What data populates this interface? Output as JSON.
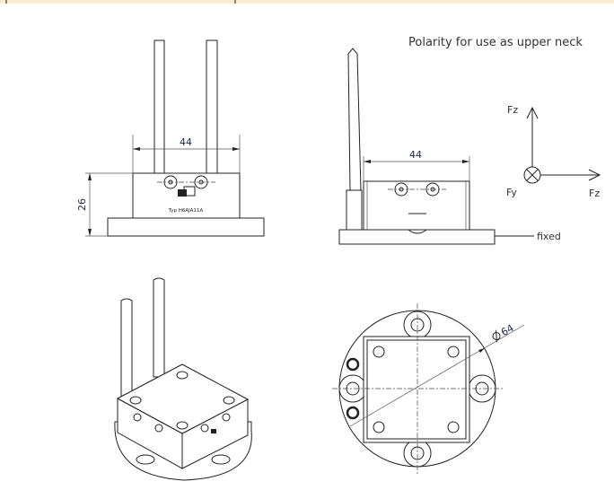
{
  "front_view": {
    "width_dim": "44",
    "height_dim": "26",
    "type_label": "Typ H6AJA11A"
  },
  "side_view": {
    "width_dim": "44"
  },
  "polarity": {
    "title": "Polarity for use as upper neck",
    "axis_up": "Fz",
    "axis_into": "Fy",
    "axis_right": "Fz",
    "fixed_label": "fixed"
  },
  "top_view": {
    "diameter_dim": "64"
  }
}
